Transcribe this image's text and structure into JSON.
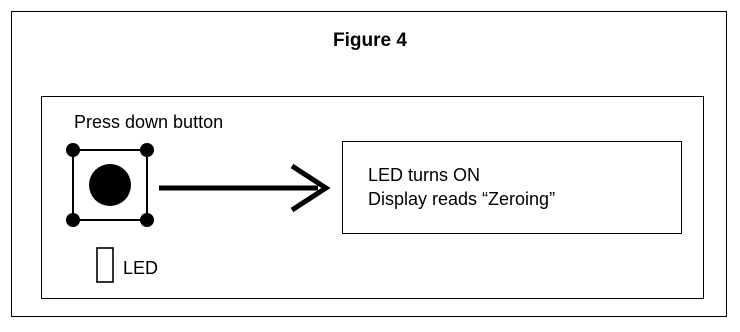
{
  "figure": {
    "title": "Figure 4"
  },
  "instruction": {
    "text": "Press down button"
  },
  "result": {
    "line1": "LED turns ON",
    "line2": "Display reads “Zeroing”"
  },
  "led": {
    "label": "LED"
  },
  "colors": {
    "line": "#000000",
    "background": "#ffffff"
  },
  "icons": {
    "button": "push-button-icon",
    "arrow": "right-arrow-icon",
    "led": "led-indicator-icon"
  }
}
